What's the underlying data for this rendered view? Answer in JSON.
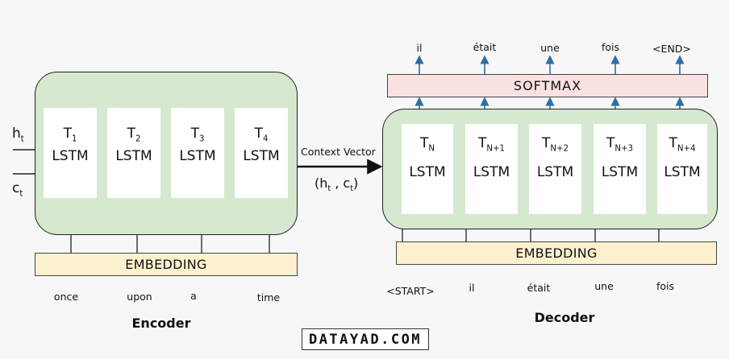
{
  "encoder": {
    "title": "Encoder",
    "states": {
      "h": "h",
      "c": "c",
      "sub": "t"
    },
    "cells": [
      {
        "t": "T",
        "sub": "1",
        "label": "LSTM"
      },
      {
        "t": "T",
        "sub": "2",
        "label": "LSTM"
      },
      {
        "t": "T",
        "sub": "3",
        "label": "LSTM"
      },
      {
        "t": "T",
        "sub": "4",
        "label": "LSTM"
      }
    ],
    "embedding": "EMBEDDING",
    "inputs": [
      "once",
      "upon",
      "a",
      "time"
    ]
  },
  "context": {
    "label": "Context Vector",
    "formula": {
      "open": "(h",
      "sub1": "t",
      "mid": " , c",
      "sub2": "t",
      "close": ")"
    }
  },
  "decoder": {
    "title": "Decoder",
    "softmax": "SOFTMAX",
    "outputs": [
      "il",
      "était",
      "une",
      "fois",
      "<END>"
    ],
    "cells": [
      {
        "t": "T",
        "sub": "N",
        "label": "LSTM"
      },
      {
        "t": "T",
        "sub": "N+1",
        "label": "LSTM"
      },
      {
        "t": "T",
        "sub": "N+2",
        "label": "LSTM"
      },
      {
        "t": "T",
        "sub": "N+3",
        "label": "LSTM"
      },
      {
        "t": "T",
        "sub": "N+4",
        "label": "LSTM"
      }
    ],
    "embedding": "EMBEDDING",
    "inputs": [
      "<START>",
      "il",
      "était",
      "une",
      "fois"
    ]
  },
  "brand": "DATAYAD.COM",
  "colors": {
    "box_green": "#d6e8cf",
    "embedding": "#fdf1cf",
    "softmax": "#fbe1e1",
    "arrow": "#2e6ea6"
  }
}
